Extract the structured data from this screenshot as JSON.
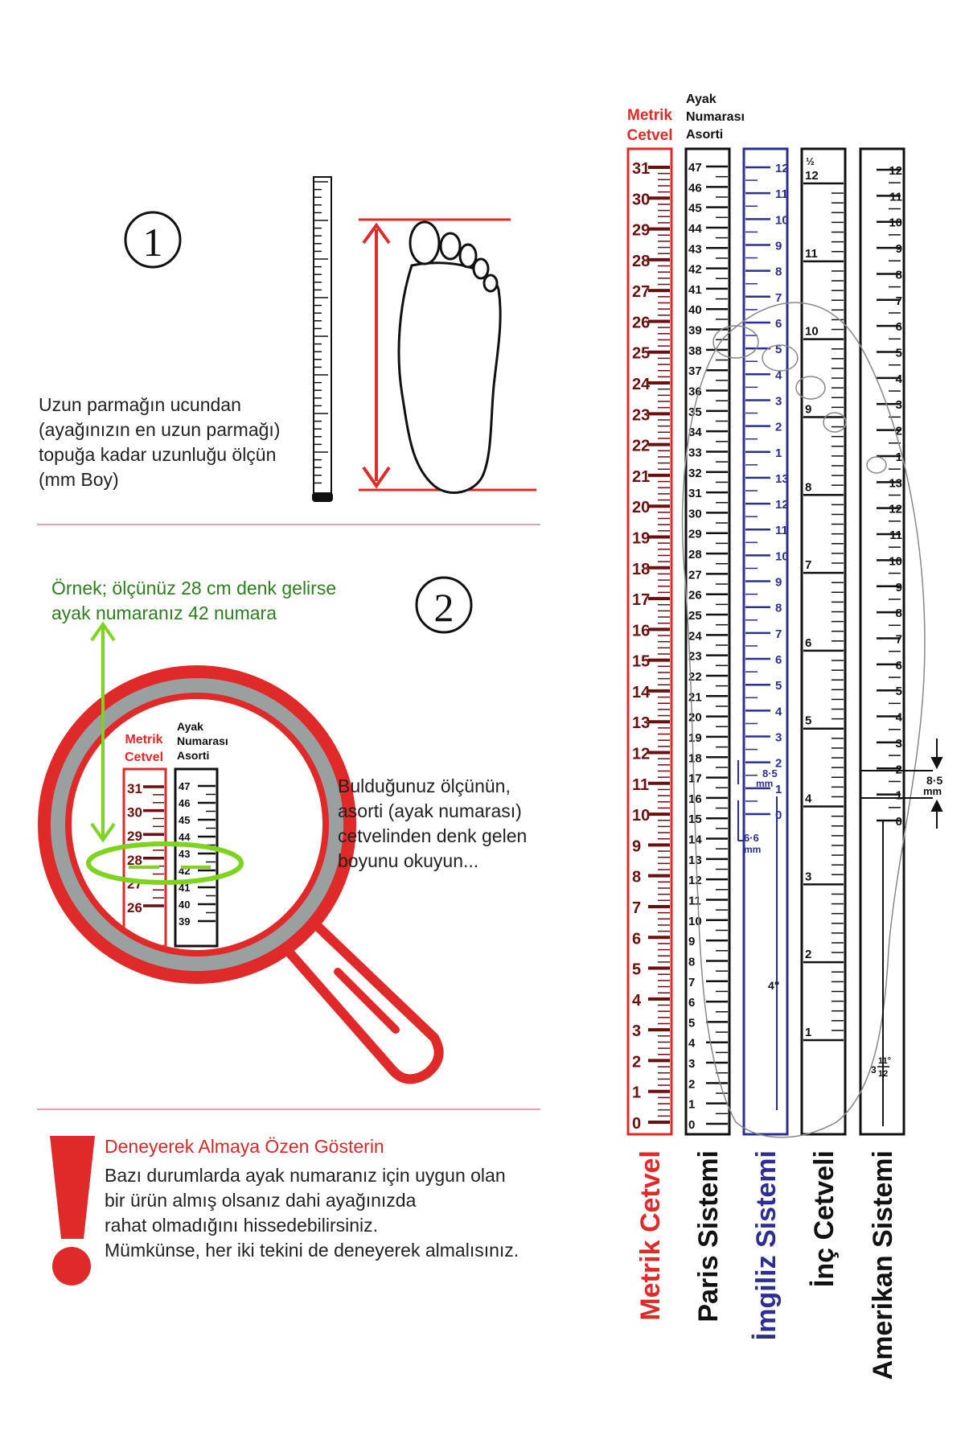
{
  "step1": {
    "number": "1",
    "lines": [
      "Uzun parmağın ucundan",
      "(ayağınızın en uzun parmağı)",
      "topuğa kadar uzunluğu ölçün",
      "(mm Boy)"
    ]
  },
  "step2": {
    "number": "2",
    "example_lines": [
      "Örnek; ölçünüz 28 cm denk gelirse",
      "ayak numaranız 42 numara"
    ],
    "found_lines": [
      "Bulduğunuz ölçünün,",
      "asorti (ayak numarası)",
      "cetvelinden denk gelen",
      "boyunu okuyun..."
    ],
    "lens": {
      "metrik_header": [
        "Metrik",
        "Cetvel"
      ],
      "asorti_header": [
        "Ayak",
        "Numarası",
        "Asorti"
      ],
      "metrik_values": [
        "31",
        "30",
        "29",
        "28",
        "27",
        "26"
      ],
      "asorti_values": [
        "47",
        "46",
        "45",
        "44",
        "43",
        "42",
        "41",
        "40",
        "39"
      ]
    }
  },
  "warning": {
    "title": "Deneyerek Almaya Özen Gösterin",
    "lines": [
      "Bazı durumlarda ayak numaranız için uygun olan",
      "bir ürün almış olsanız dahi ayağınızda",
      "rahat olmadığını hissedebilirsiniz.",
      "Mümkünse,  her iki tekini de deneyerek almalısınız."
    ]
  },
  "ruler": {
    "metrik_header": [
      "Metrik",
      "Cetvel"
    ],
    "asorti_header": [
      "Ayak",
      "Numarası",
      "Asorti"
    ],
    "metrik_values": [
      "31",
      "30",
      "29",
      "28",
      "27",
      "26",
      "25",
      "24",
      "23",
      "22",
      "21",
      "20",
      "19",
      "18",
      "17",
      "16",
      "15",
      "14",
      "13",
      "12",
      "11",
      "10",
      "9",
      "8",
      "7",
      "6",
      "5",
      "4",
      "3",
      "2",
      "1",
      "0"
    ],
    "paris_values": [
      "47",
      "46",
      "45",
      "44",
      "43",
      "42",
      "41",
      "40",
      "39",
      "38",
      "37",
      "36",
      "35",
      "34",
      "33",
      "32",
      "31",
      "30",
      "29",
      "28",
      "27",
      "26",
      "25",
      "24",
      "23",
      "22",
      "21",
      "20",
      "19",
      "18",
      "17",
      "16",
      "15",
      "14",
      "13",
      "12",
      "11",
      "10",
      "9",
      "8",
      "7",
      "6",
      "5",
      "4",
      "3",
      "2",
      "1",
      "0"
    ],
    "imgiliz_values": [
      "12",
      "11",
      "10",
      "9",
      "8",
      "7",
      "6",
      "5",
      "4",
      "3",
      "2",
      "1",
      "13",
      "12",
      "11",
      "10",
      "9",
      "8",
      "7",
      "6",
      "5",
      "4",
      "3",
      "2",
      "1",
      "0"
    ],
    "imgiliz_notes": {
      "a": "8·5",
      "a_unit": "mm",
      "b": "6·6",
      "b_unit": "mm",
      "inch": "4\""
    },
    "inc_values": [
      "12",
      "11",
      "10",
      "9",
      "8",
      "7",
      "6",
      "5",
      "4",
      "3",
      "2",
      "1"
    ],
    "inc_top": "½",
    "amerikan_values": [
      "12",
      "11",
      "10",
      "9",
      "8",
      "7",
      "6",
      "5",
      "4",
      "3",
      "2",
      "1",
      "13",
      "12",
      "11",
      "10",
      "9",
      "8",
      "7",
      "6",
      "5",
      "4",
      "3",
      "2",
      "1",
      "0"
    ],
    "amerikan_notes": {
      "a": "8·5",
      "a_unit": "mm",
      "frac_whole": "3",
      "frac_num": "11°",
      "frac_den": "12"
    },
    "labels": [
      "Metrik Cetvel",
      "Paris Sistemi",
      "İmgiliz Sistemi",
      "İnç Cetveli",
      "Amerikan Sistemi"
    ]
  },
  "colors": {
    "red": "#e02a2a",
    "dark_red": "#6b0f0f",
    "green": "#7ed321",
    "dark_green": "#2e7d1e",
    "blue": "#2b2f8f",
    "gray": "#9aa0a0",
    "pink_rule": "#e8a0b0"
  }
}
